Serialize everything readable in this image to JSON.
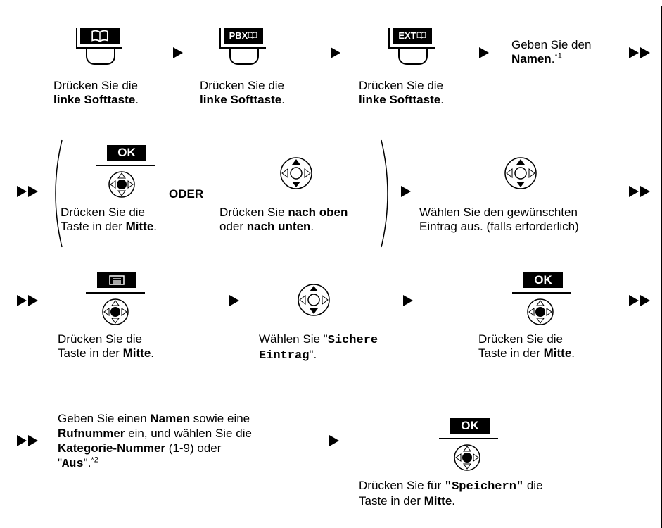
{
  "row1": {
    "step1": {
      "icon_label": "",
      "line1": "Drücken Sie die",
      "bold": "linke Softtaste",
      "tail": "."
    },
    "step2": {
      "icon_label": "PBX",
      "line1": "Drücken Sie die",
      "bold": "linke Softtaste",
      "tail": "."
    },
    "step3": {
      "icon_label": "EXT",
      "line1": "Drücken Sie die",
      "bold": "linke Softtaste",
      "tail": "."
    },
    "step4": {
      "line1": "Geben Sie den",
      "bold": "Namen",
      "tail": ".",
      "footnote": "*1"
    }
  },
  "row2": {
    "ok_label": "OK",
    "or_label": "ODER",
    "option1": {
      "line1": "Drücken Sie die",
      "line2_pre": "Taste in der ",
      "bold": "Mitte",
      "tail": "."
    },
    "option2": {
      "pre": "Drücken Sie ",
      "bold1": "nach oben",
      "line2_pre": "oder ",
      "bold2": "nach unten",
      "tail": "."
    },
    "step": {
      "line1": "Wählen Sie den gewünschten",
      "line2": "Eintrag aus. (falls erforderlich)"
    }
  },
  "row3": {
    "step1": {
      "line1": "Drücken Sie die",
      "line2_pre": "Taste in der ",
      "bold": "Mitte",
      "tail": "."
    },
    "step2": {
      "pre": "Wählen Sie \"",
      "mono1": "Sichere",
      "mono2": "Eintrag",
      "tail": "\"."
    },
    "ok_label": "OK",
    "step3": {
      "line1": "Drücken Sie die",
      "line2_pre": "Taste in der ",
      "bold": "Mitte",
      "tail": "."
    }
  },
  "row4": {
    "text": {
      "l1_pre": "Geben Sie einen ",
      "l1_bold": "Namen",
      "l1_post": " sowie eine",
      "l2_bold": "Rufnummer",
      "l2_post": " ein, und wählen Sie die",
      "l3_bold": "Kategorie-Nummer",
      "l3_post": " (1-9) oder",
      "l4_pre": "\"",
      "l4_mono": "Aus",
      "l4_post": "\".",
      "footnote": "*2"
    },
    "ok_label": "OK",
    "final": {
      "pre": "Drücken Sie für ",
      "mono": "\"Speichern\"",
      "post": " die",
      "line2_pre": "Taste in der ",
      "bold": "Mitte",
      "tail": "."
    }
  }
}
